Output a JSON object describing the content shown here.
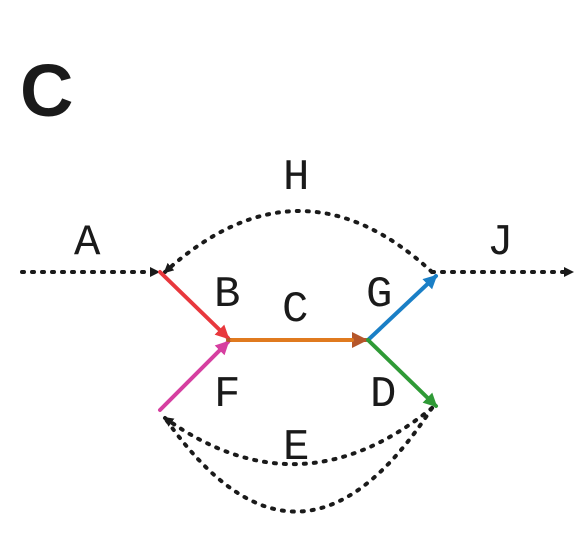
{
  "panel": {
    "letter": "C"
  },
  "labels": {
    "A": "A",
    "B": "B",
    "C": "C",
    "D": "D",
    "E": "E",
    "F": "F",
    "G": "G",
    "H": "H",
    "J": "J"
  },
  "edge_colors": {
    "B": "#e8383d",
    "C": "#b5562a",
    "C_core": "#e07a1f",
    "D": "#2f9a36",
    "F": "#d63fa0",
    "G": "#1a7fc6",
    "dotted": "#1a1a1a"
  }
}
